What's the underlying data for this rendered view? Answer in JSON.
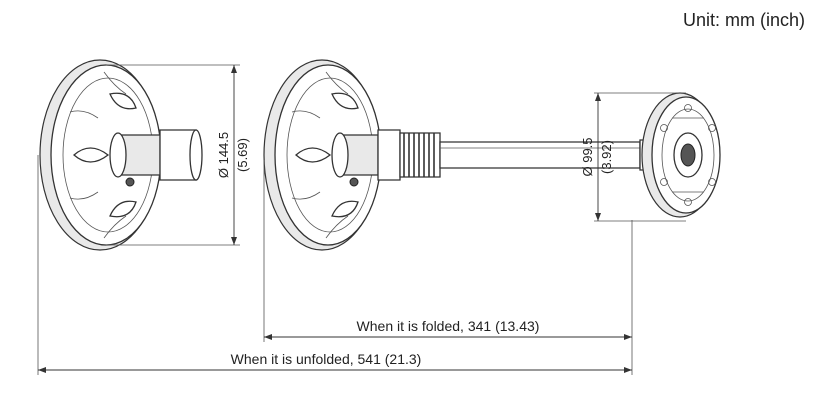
{
  "unit_label": "Unit: mm (inch)",
  "dimensions": {
    "diameter_left": {
      "mm": "Ø 144.5",
      "inch": "(5.69)"
    },
    "diameter_right": {
      "mm": "Ø 99.5",
      "inch": "(3.92)"
    },
    "folded": "When it is folded, 341 (13.43)",
    "unfolded": "When it is unfolded, 541 (21.3)"
  }
}
